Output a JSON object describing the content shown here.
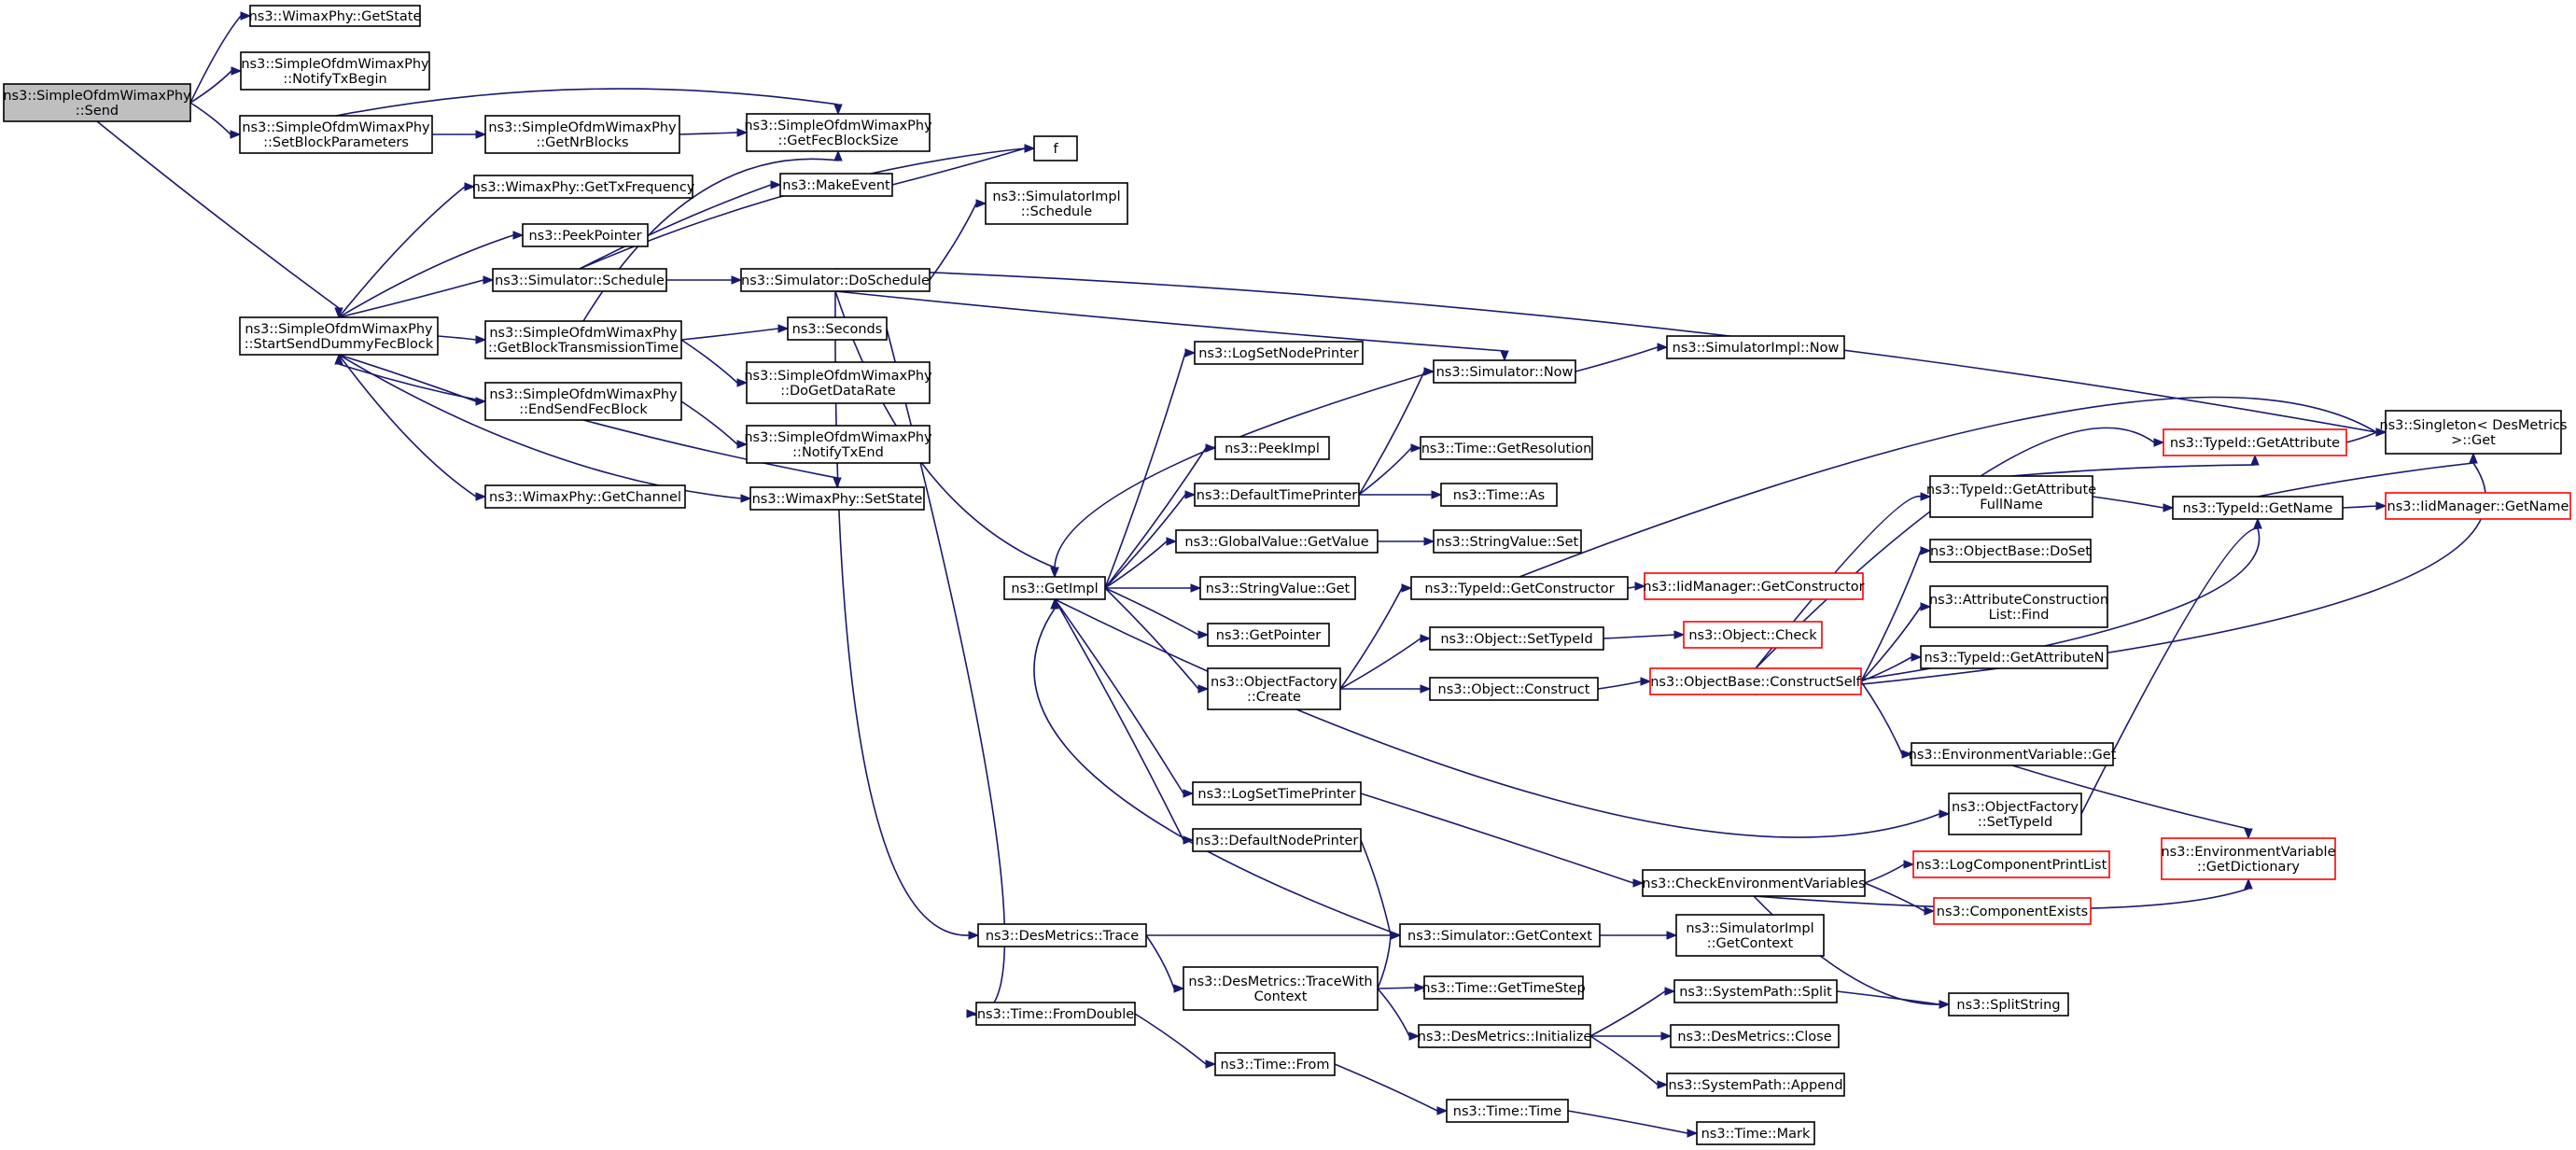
{
  "diagram": {
    "nodes": [
      {
        "id": "send",
        "lines": [
          "ns3::SimpleOfdmWimaxPhy",
          "::Send"
        ],
        "style": "root"
      },
      {
        "id": "getState",
        "lines": [
          "ns3::WimaxPhy::GetState"
        ]
      },
      {
        "id": "notifyTxBegin",
        "lines": [
          "ns3::SimpleOfdmWimaxPhy",
          "::NotifyTxBegin"
        ]
      },
      {
        "id": "setBlockParams",
        "lines": [
          "ns3::SimpleOfdmWimaxPhy",
          "::SetBlockParameters"
        ]
      },
      {
        "id": "getNrBlocks",
        "lines": [
          "ns3::SimpleOfdmWimaxPhy",
          "::GetNrBlocks"
        ]
      },
      {
        "id": "getFecBlockSize",
        "lines": [
          "ns3::SimpleOfdmWimaxPhy",
          "::GetFecBlockSize"
        ]
      },
      {
        "id": "f",
        "lines": [
          "f"
        ]
      },
      {
        "id": "getTxFrequency",
        "lines": [
          "ns3::WimaxPhy::GetTxFrequency"
        ]
      },
      {
        "id": "makeEvent",
        "lines": [
          "ns3::MakeEvent"
        ]
      },
      {
        "id": "peekPointer",
        "lines": [
          "ns3::PeekPointer"
        ]
      },
      {
        "id": "simImplSchedule",
        "lines": [
          "ns3::SimulatorImpl",
          "::Schedule"
        ]
      },
      {
        "id": "simSchedule",
        "lines": [
          "ns3::Simulator::Schedule"
        ]
      },
      {
        "id": "doSchedule",
        "lines": [
          "ns3::Simulator::DoSchedule"
        ]
      },
      {
        "id": "startDummy",
        "lines": [
          "ns3::SimpleOfdmWimaxPhy",
          "::StartSendDummyFecBlock"
        ]
      },
      {
        "id": "getBlockTxTime",
        "lines": [
          "ns3::SimpleOfdmWimaxPhy",
          "::GetBlockTransmissionTime"
        ]
      },
      {
        "id": "seconds",
        "lines": [
          "ns3::Seconds"
        ]
      },
      {
        "id": "doGetDataRate",
        "lines": [
          "ns3::SimpleOfdmWimaxPhy",
          "::DoGetDataRate"
        ]
      },
      {
        "id": "endSendFec",
        "lines": [
          "ns3::SimpleOfdmWimaxPhy",
          "::EndSendFecBlock"
        ]
      },
      {
        "id": "notifyTxEnd",
        "lines": [
          "ns3::SimpleOfdmWimaxPhy",
          "::NotifyTxEnd"
        ]
      },
      {
        "id": "getChannel",
        "lines": [
          "ns3::WimaxPhy::GetChannel"
        ]
      },
      {
        "id": "setState",
        "lines": [
          "ns3::WimaxPhy::SetState"
        ]
      },
      {
        "id": "logSetNodePrinter",
        "lines": [
          "ns3::LogSetNodePrinter"
        ]
      },
      {
        "id": "simNow",
        "lines": [
          "ns3::Simulator::Now"
        ]
      },
      {
        "id": "simImplNow",
        "lines": [
          "ns3::SimulatorImpl::Now"
        ]
      },
      {
        "id": "peekImpl",
        "lines": [
          "ns3::PeekImpl"
        ]
      },
      {
        "id": "getResolution",
        "lines": [
          "ns3::Time::GetResolution"
        ]
      },
      {
        "id": "defaultTimePrinter",
        "lines": [
          "ns3::DefaultTimePrinter"
        ]
      },
      {
        "id": "timeAs",
        "lines": [
          "ns3::Time::As"
        ]
      },
      {
        "id": "globalValueGet",
        "lines": [
          "ns3::GlobalValue::GetValue"
        ]
      },
      {
        "id": "stringValueSet",
        "lines": [
          "ns3::StringValue::Set"
        ]
      },
      {
        "id": "getImpl",
        "lines": [
          "ns3::GetImpl"
        ]
      },
      {
        "id": "stringValueGet",
        "lines": [
          "ns3::StringValue::Get"
        ]
      },
      {
        "id": "getPointer",
        "lines": [
          "ns3::GetPointer"
        ]
      },
      {
        "id": "objFactoryCreate",
        "lines": [
          "ns3::ObjectFactory",
          "::Create"
        ]
      },
      {
        "id": "getConstructor",
        "lines": [
          "ns3::TypeId::GetConstructor"
        ]
      },
      {
        "id": "iidGetConstructor",
        "lines": [
          "ns3::IidManager::GetConstructor"
        ],
        "style": "red"
      },
      {
        "id": "setTypeId",
        "lines": [
          "ns3::Object::SetTypeId"
        ]
      },
      {
        "id": "objectCheck",
        "lines": [
          "ns3::Object::Check"
        ],
        "style": "red"
      },
      {
        "id": "objectConstruct",
        "lines": [
          "ns3::Object::Construct"
        ]
      },
      {
        "id": "constructSelf",
        "lines": [
          "ns3::ObjectBase::ConstructSelf"
        ],
        "style": "red"
      },
      {
        "id": "attrFullName",
        "lines": [
          "ns3::TypeId::GetAttribute",
          "FullName"
        ]
      },
      {
        "id": "getAttribute",
        "lines": [
          "ns3::TypeId::GetAttribute"
        ],
        "style": "red"
      },
      {
        "id": "singletonGet",
        "lines": [
          "ns3::Singleton< DesMetrics",
          " >::Get"
        ]
      },
      {
        "id": "getName",
        "lines": [
          "ns3::TypeId::GetName"
        ]
      },
      {
        "id": "iidGetName",
        "lines": [
          "ns3::IidManager::GetName"
        ],
        "style": "red"
      },
      {
        "id": "doSet",
        "lines": [
          "ns3::ObjectBase::DoSet"
        ]
      },
      {
        "id": "attrConstructFind",
        "lines": [
          "ns3::AttributeConstruction",
          "List::Find"
        ]
      },
      {
        "id": "getAttributeN",
        "lines": [
          "ns3::TypeId::GetAttributeN"
        ]
      },
      {
        "id": "envVarGet",
        "lines": [
          "ns3::EnvironmentVariable::Get"
        ]
      },
      {
        "id": "logSetTimePrinter",
        "lines": [
          "ns3::LogSetTimePrinter"
        ]
      },
      {
        "id": "objFactorySetTypeId",
        "lines": [
          "ns3::ObjectFactory",
          "::SetTypeId"
        ]
      },
      {
        "id": "defaultNodePrinter",
        "lines": [
          "ns3::DefaultNodePrinter"
        ]
      },
      {
        "id": "envVarGetDict",
        "lines": [
          "ns3::EnvironmentVariable",
          "::GetDictionary"
        ],
        "style": "red"
      },
      {
        "id": "checkEnvVars",
        "lines": [
          "ns3::CheckEnvironmentVariables"
        ]
      },
      {
        "id": "logComponentPrintList",
        "lines": [
          "ns3::LogComponentPrintList"
        ],
        "style": "red"
      },
      {
        "id": "componentExists",
        "lines": [
          "ns3::ComponentExists"
        ],
        "style": "red"
      },
      {
        "id": "desMetricsTrace",
        "lines": [
          "ns3::DesMetrics::Trace"
        ]
      },
      {
        "id": "simGetContext",
        "lines": [
          "ns3::Simulator::GetContext"
        ]
      },
      {
        "id": "simImplGetContext",
        "lines": [
          "ns3::SimulatorImpl",
          "::GetContext"
        ]
      },
      {
        "id": "traceWithContext",
        "lines": [
          "ns3::DesMetrics::TraceWith",
          "Context"
        ]
      },
      {
        "id": "getTimeStep",
        "lines": [
          "ns3::Time::GetTimeStep"
        ]
      },
      {
        "id": "sysPathSplit",
        "lines": [
          "ns3::SystemPath::Split"
        ]
      },
      {
        "id": "splitString",
        "lines": [
          "ns3::SplitString"
        ]
      },
      {
        "id": "timeFromDouble",
        "lines": [
          "ns3::Time::FromDouble"
        ]
      },
      {
        "id": "desMetricsInit",
        "lines": [
          "ns3::DesMetrics::Initialize"
        ]
      },
      {
        "id": "desMetricsClose",
        "lines": [
          "ns3::DesMetrics::Close"
        ]
      },
      {
        "id": "sysPathAppend",
        "lines": [
          "ns3::SystemPath::Append"
        ]
      },
      {
        "id": "timeFrom",
        "lines": [
          "ns3::Time::From"
        ]
      },
      {
        "id": "timeTime",
        "lines": [
          "ns3::Time::Time"
        ]
      },
      {
        "id": "timeMark",
        "lines": [
          "ns3::Time::Mark"
        ]
      }
    ],
    "edges": [
      [
        "send",
        "getState"
      ],
      [
        "send",
        "notifyTxBegin"
      ],
      [
        "send",
        "setBlockParams"
      ],
      [
        "send",
        "startDummy"
      ],
      [
        "setBlockParams",
        "getNrBlocks"
      ],
      [
        "setBlockParams",
        "getFecBlockSize"
      ],
      [
        "getNrBlocks",
        "getFecBlockSize"
      ],
      [
        "startDummy",
        "getTxFrequency"
      ],
      [
        "startDummy",
        "peekPointer"
      ],
      [
        "startDummy",
        "simSchedule"
      ],
      [
        "startDummy",
        "getBlockTxTime"
      ],
      [
        "startDummy",
        "endSendFec"
      ],
      [
        "startDummy",
        "getChannel"
      ],
      [
        "startDummy",
        "setState"
      ],
      [
        "simSchedule",
        "makeEvent"
      ],
      [
        "simSchedule",
        "f"
      ],
      [
        "simSchedule",
        "doSchedule"
      ],
      [
        "makeEvent",
        "f"
      ],
      [
        "doSchedule",
        "simImplSchedule"
      ],
      [
        "doSchedule",
        "singletonGet"
      ],
      [
        "doSchedule",
        "simNow"
      ],
      [
        "doSchedule",
        "getImpl"
      ],
      [
        "doSchedule",
        "desMetricsTrace"
      ],
      [
        "getBlockTxTime",
        "getFecBlockSize"
      ],
      [
        "getBlockTxTime",
        "seconds"
      ],
      [
        "getBlockTxTime",
        "doGetDataRate"
      ],
      [
        "seconds",
        "timeFromDouble"
      ],
      [
        "endSendFec",
        "startDummy"
      ],
      [
        "endSendFec",
        "notifyTxEnd"
      ],
      [
        "endSendFec",
        "setState"
      ],
      [
        "simNow",
        "simImplNow"
      ],
      [
        "simNow",
        "getImpl"
      ],
      [
        "getImpl",
        "logSetNodePrinter"
      ],
      [
        "getImpl",
        "peekImpl"
      ],
      [
        "getImpl",
        "defaultTimePrinter"
      ],
      [
        "getImpl",
        "globalValueGet"
      ],
      [
        "getImpl",
        "stringValueGet"
      ],
      [
        "getImpl",
        "getPointer"
      ],
      [
        "getImpl",
        "objFactoryCreate"
      ],
      [
        "getImpl",
        "objFactorySetTypeId"
      ],
      [
        "getImpl",
        "logSetTimePrinter"
      ],
      [
        "getImpl",
        "defaultNodePrinter"
      ],
      [
        "defaultTimePrinter",
        "simNow"
      ],
      [
        "defaultTimePrinter",
        "getResolution"
      ],
      [
        "defaultTimePrinter",
        "timeAs"
      ],
      [
        "globalValueGet",
        "stringValueSet"
      ],
      [
        "objFactoryCreate",
        "getConstructor"
      ],
      [
        "objFactoryCreate",
        "setTypeId"
      ],
      [
        "objFactoryCreate",
        "objectConstruct"
      ],
      [
        "getConstructor",
        "iidGetConstructor"
      ],
      [
        "getConstructor",
        "singletonGet"
      ],
      [
        "setTypeId",
        "objectCheck"
      ],
      [
        "objectConstruct",
        "constructSelf"
      ],
      [
        "constructSelf",
        "attrFullName"
      ],
      [
        "constructSelf",
        "getAttribute"
      ],
      [
        "constructSelf",
        "doSet"
      ],
      [
        "constructSelf",
        "attrConstructFind"
      ],
      [
        "constructSelf",
        "getAttributeN"
      ],
      [
        "constructSelf",
        "envVarGet"
      ],
      [
        "constructSelf",
        "getName"
      ],
      [
        "constructSelf",
        "singletonGet"
      ],
      [
        "attrFullName",
        "getAttribute"
      ],
      [
        "attrFullName",
        "getName"
      ],
      [
        "getAttribute",
        "singletonGet"
      ],
      [
        "getName",
        "singletonGet"
      ],
      [
        "getName",
        "iidGetName"
      ],
      [
        "envVarGet",
        "envVarGetDict"
      ],
      [
        "objFactorySetTypeId",
        "getName"
      ],
      [
        "logSetTimePrinter",
        "checkEnvVars"
      ],
      [
        "defaultNodePrinter",
        "simGetContext"
      ],
      [
        "checkEnvVars",
        "logComponentPrintList"
      ],
      [
        "checkEnvVars",
        "componentExists"
      ],
      [
        "checkEnvVars",
        "envVarGetDict"
      ],
      [
        "checkEnvVars",
        "splitString"
      ],
      [
        "desMetricsTrace",
        "simGetContext"
      ],
      [
        "desMetricsTrace",
        "traceWithContext"
      ],
      [
        "simGetContext",
        "getImpl"
      ],
      [
        "simGetContext",
        "simImplGetContext"
      ],
      [
        "traceWithContext",
        "simGetContext"
      ],
      [
        "traceWithContext",
        "getTimeStep"
      ],
      [
        "traceWithContext",
        "desMetricsInit"
      ],
      [
        "desMetricsInit",
        "sysPathSplit"
      ],
      [
        "desMetricsInit",
        "desMetricsClose"
      ],
      [
        "desMetricsInit",
        "sysPathAppend"
      ],
      [
        "sysPathSplit",
        "splitString"
      ],
      [
        "timeFromDouble",
        "timeFrom"
      ],
      [
        "timeFrom",
        "timeTime"
      ],
      [
        "timeTime",
        "timeMark"
      ]
    ]
  }
}
